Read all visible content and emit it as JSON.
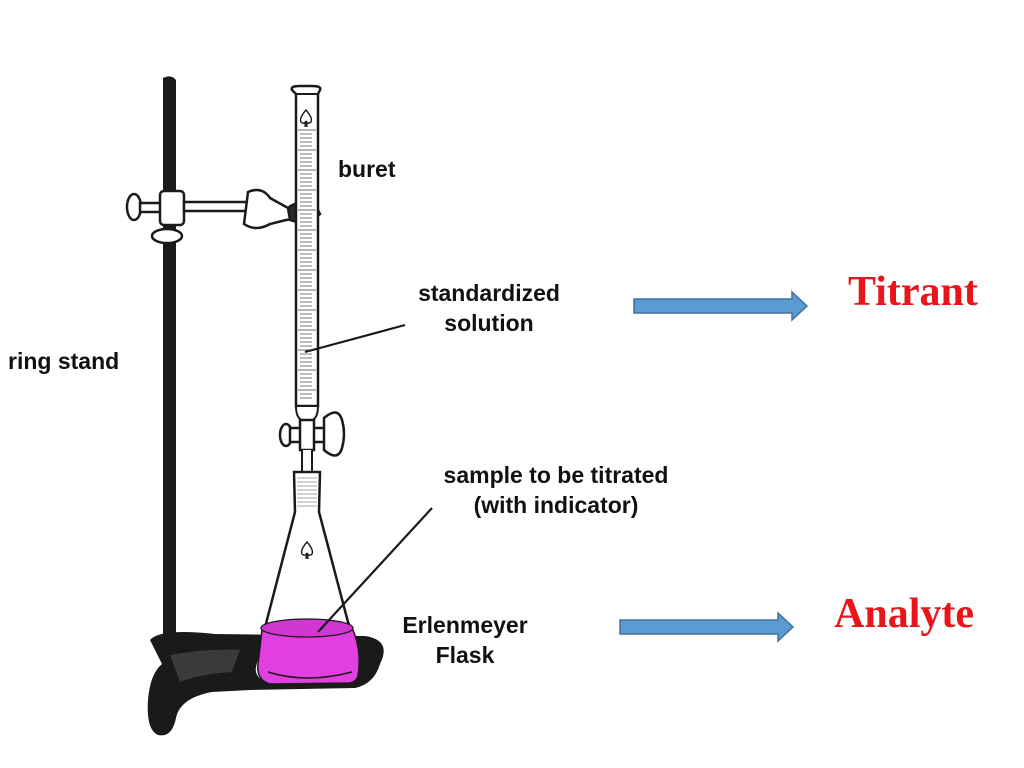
{
  "labels": {
    "buret": "buret",
    "ring_stand": "ring stand",
    "standardized_line1": "standardized",
    "standardized_line2": "solution",
    "sample_line1": "sample to be titrated",
    "sample_line2": "(with indicator)",
    "flask_line1": "Erlenmeyer",
    "flask_line2": "Flask"
  },
  "terms": {
    "titrant": "Titrant",
    "analyte": "Analyte"
  },
  "colors": {
    "term_text": "#e8151b",
    "arrow_fill": "#5b9bd5",
    "arrow_stroke": "#41719c",
    "solution_fill": "#e13fe0",
    "apparatus_dark": "#1a1a1a"
  }
}
